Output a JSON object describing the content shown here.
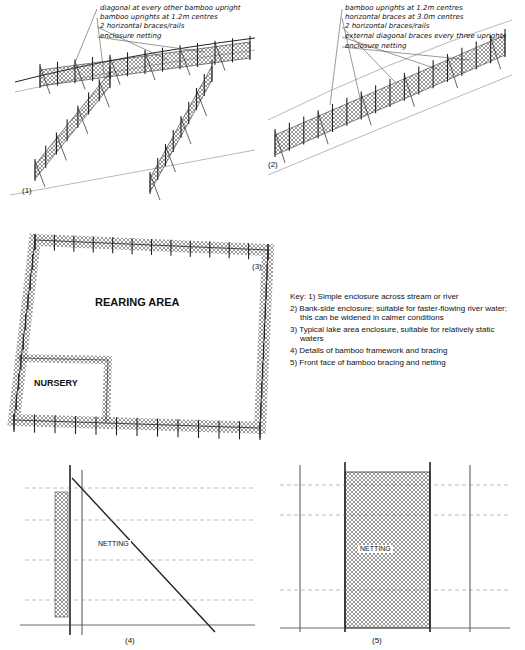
{
  "diagram": {
    "labels": [
      "diagonal at every other bamboo upright",
      "bamboo uprights at 1.2m centres",
      "2 horizontal braces/rails",
      "enclosure netting",
      "(1)",
      "bamboo uprights at 1.2m centres",
      "horizontal braces at 3.0m centres",
      "2 horizontal braces/rails",
      "external diagonal braces every three uprights",
      "enclosure netting",
      "(2)",
      "REARING AREA",
      "NURSERY",
      "(3)",
      "Key: 1) Simple enclosure across stream or river",
      "2) Bank-side enclosure; suitable for faster-flowing river water; this can be widened in calmer conditions",
      "3) Typical lake area enclosure, suitable for relatively static waters",
      "4) Details of bamboo framework and bracing",
      "5) Front face of bamboo bracing and netting",
      "NETTING",
      "NETTING",
      "(4)",
      "(5)"
    ]
  }
}
